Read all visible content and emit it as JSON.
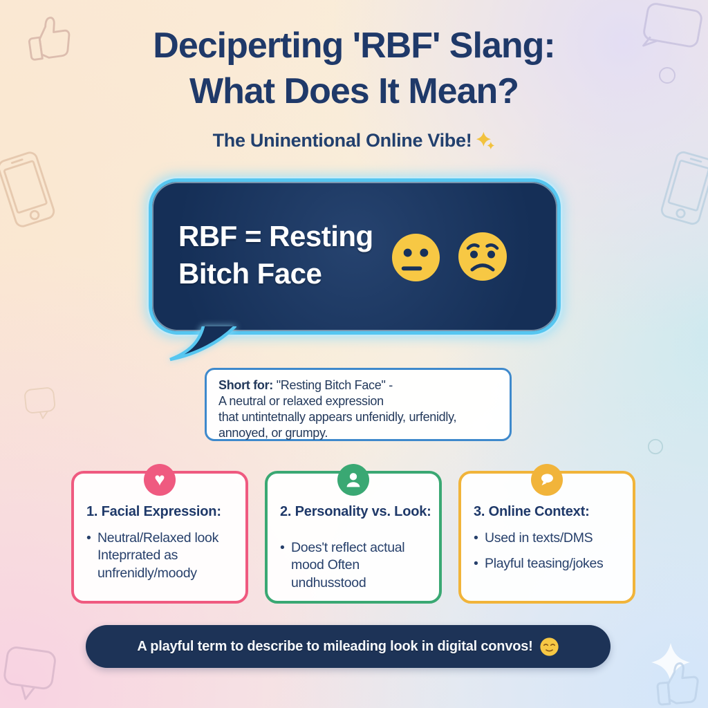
{
  "header": {
    "title_line1": "Deciperting 'RBF' Slang:",
    "title_line2": "What Does It Mean?",
    "subtitle": "The Uninentional Online Vibe!",
    "subtitle_emoji": "✨"
  },
  "bubble": {
    "line1": "RBF = Resting",
    "line2": "Bitch Face",
    "emojis": [
      "neutral-face-emoji",
      "worried-face-emoji"
    ]
  },
  "definition": {
    "label": "Short for:",
    "line1_rest": " \"Resting Bitch Face\" -",
    "line2": "A neutral or relaxed expression",
    "line3": "that untintetnally appears unfenidly, urfenidly,",
    "line4": "annoyed, or grumpy."
  },
  "cards": [
    {
      "icon": "heart-icon",
      "accent": "#ef5a80",
      "title": "1. Facial Expression:",
      "bullets": [
        "Neutral/Relaxed look Inteprrated as unfrenidly/moody"
      ]
    },
    {
      "icon": "person-icon",
      "accent": "#3aa873",
      "title": "2. Personality vs. Look:",
      "bullets": [
        "Does't reflect actual mood Often undhusstood"
      ]
    },
    {
      "icon": "chat-bubble-icon",
      "accent": "#f1b43a",
      "title": "3. Online Context:",
      "bullets": [
        "Used in texts/DMS",
        "Playful teasing/jokes"
      ]
    }
  ],
  "footer": {
    "text": "A playful term to describe to mileading look in digital convos!",
    "emoji": "😌"
  },
  "colors": {
    "title_navy": "#1f3969",
    "bubble_navy": "#152f57",
    "bubble_glow_cyan": "#56c6f0",
    "definition_border_blue": "#3e89cc",
    "card_pink": "#ef5a80",
    "card_green": "#3aa873",
    "card_yellow": "#f1b43a",
    "emoji_yellow": "#f7c844",
    "footer_navy": "#1d3357"
  },
  "background_decorations": [
    "thumbs-up-icon",
    "phone-icon",
    "chat-bubble-icon",
    "chat-bubble-icon",
    "chat-bubble-icon",
    "circle-icon",
    "phone-icon",
    "circle-icon",
    "sparkle-icon",
    "thumbs-up-icon"
  ]
}
